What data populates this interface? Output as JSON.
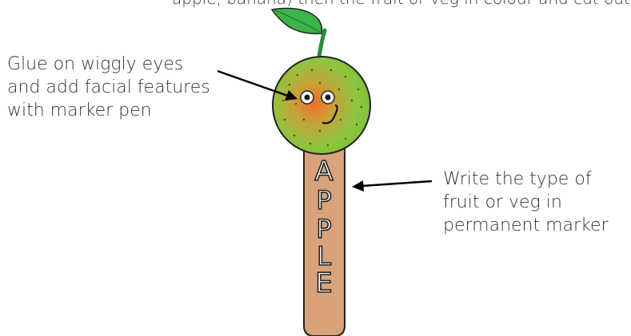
{
  "top_text": "apple, banana) then the fruit or veg in colour and cut out, leaving a white border,",
  "left_callout": {
    "lines": [
      "Glue on wiggly eyes",
      "and add facial features",
      "with marker pen"
    ]
  },
  "right_callout": {
    "lines": [
      "Write the type of",
      "fruit or veg in",
      "permanent marker"
    ]
  },
  "stick_label": [
    "A",
    "P",
    "P",
    "L",
    "E"
  ],
  "colors": {
    "leaf": "#39b54a",
    "apple_outer": "#8dc63f",
    "apple_center": "#f26c2a",
    "stick": "#d9a27a",
    "stem": "#2b8a3e",
    "arrow": "#000000"
  }
}
